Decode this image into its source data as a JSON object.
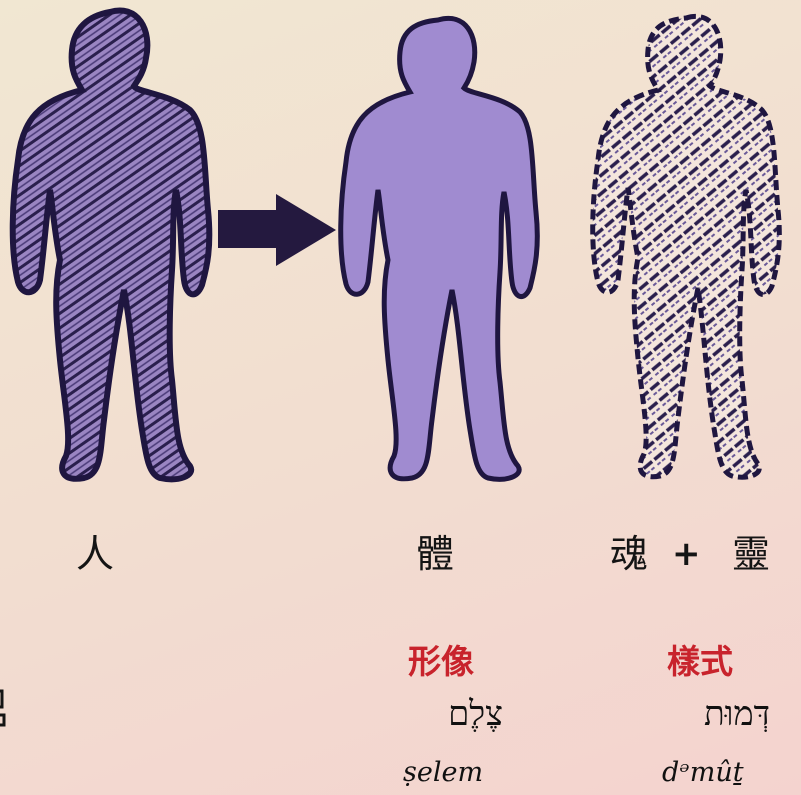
{
  "figures": [
    {
      "id": "human",
      "style": "hatched",
      "fill": "#9a85c2",
      "stroke": "#2a1f4d"
    },
    {
      "id": "body",
      "style": "solid",
      "fill": "#a08bd0",
      "stroke": "#2a1f4d"
    },
    {
      "id": "soul-spirit",
      "style": "dashed-hatched",
      "fill": "#f4e6dd",
      "stroke": "#2a1f4d"
    }
  ],
  "arrow": {
    "icon": "right-arrow-icon",
    "color": "#24193f"
  },
  "labels": {
    "human": "人",
    "body": "體",
    "soul": "魂",
    "plus": "+",
    "spirit": "靈"
  },
  "terms": [
    {
      "chinese": "形像",
      "hebrew": "צֶלֶם",
      "transliteration": "ṣelem"
    },
    {
      "chinese": "樣式",
      "hebrew": "דְּמוּת",
      "transliteration": "dᵊmûṯ"
    }
  ],
  "colors": {
    "term_heading": "#c8232c",
    "text": "#141414"
  }
}
